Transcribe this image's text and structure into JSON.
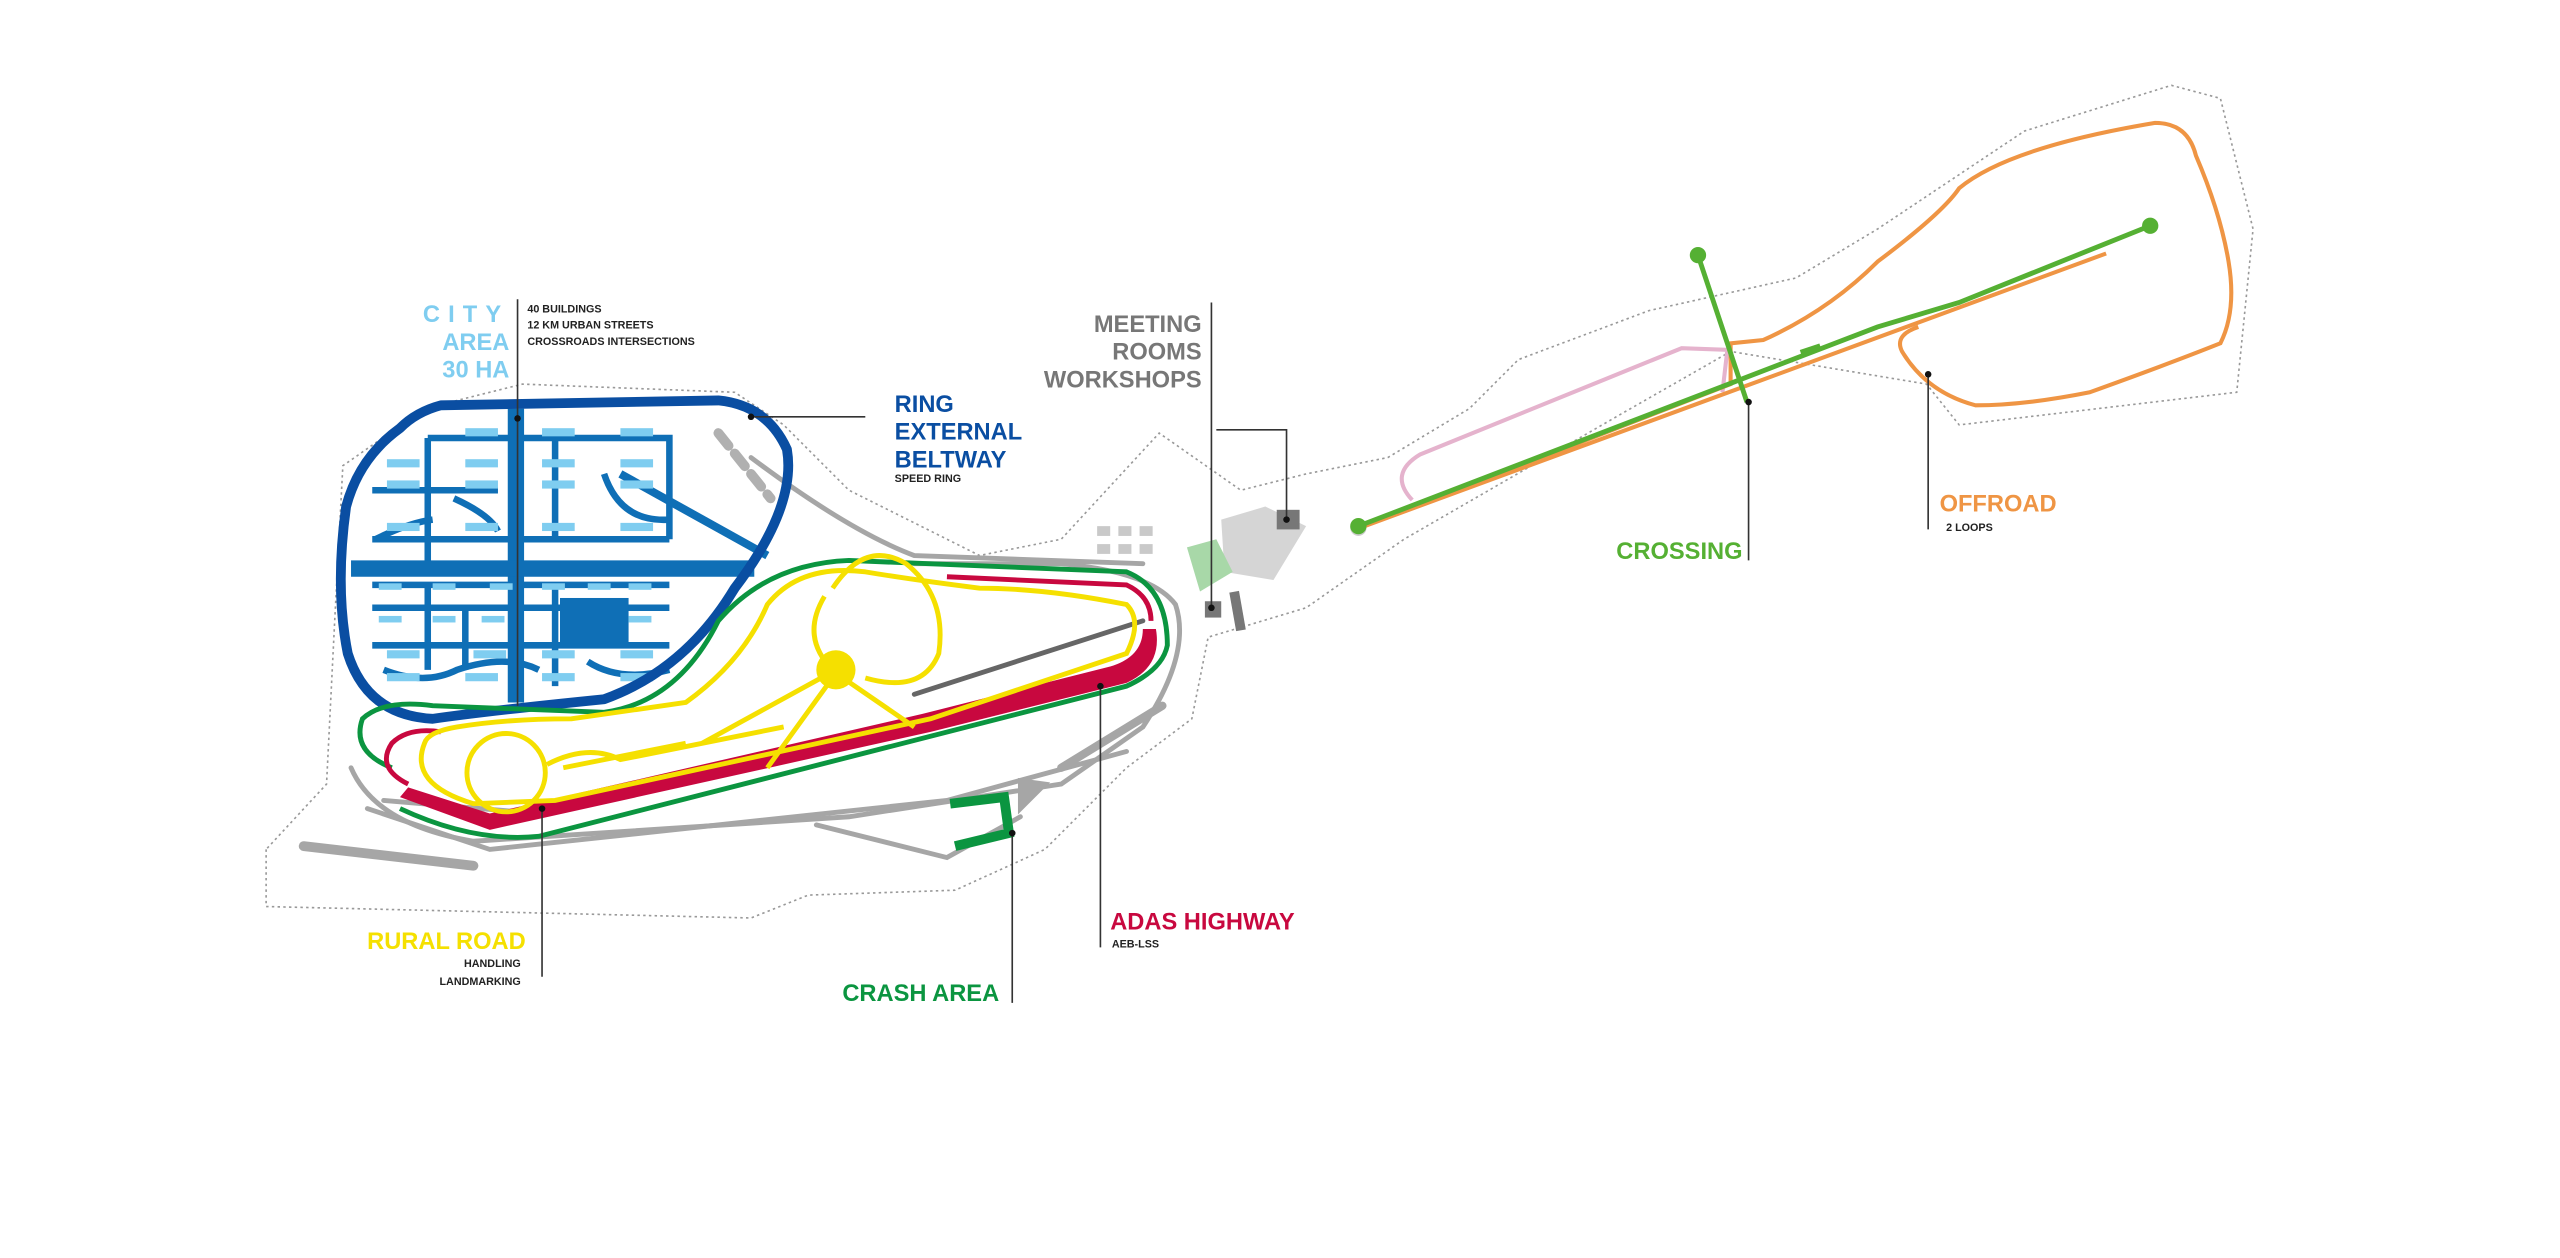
{
  "colors": {
    "city": "#7fcdf0",
    "ring": "#0a4ea2",
    "city_streets": "#0f6fb6",
    "meeting": "#777777",
    "crossing": "#55b033",
    "offroad": "#ef9544",
    "rural": "#f5e000",
    "crash": "#0b9540",
    "adas": "#c8083f",
    "service_road": "#a6a6a6",
    "pink_track": "#e5b3cd"
  },
  "labels": {
    "city": {
      "lines": [
        "CITY",
        "AREA",
        "30 HA"
      ],
      "details": [
        "40 BUILDINGS",
        "12 KM URBAN STREETS",
        "CROSSROADS INTERSECTIONS"
      ]
    },
    "ring": {
      "lines": [
        "RING",
        "EXTERNAL",
        "BELTWAY"
      ],
      "detail": "SPEED RING"
    },
    "meeting": {
      "lines": [
        "MEETING",
        "ROOMS",
        "WORKSHOPS"
      ]
    },
    "crossing": {
      "title": "CROSSING"
    },
    "offroad": {
      "title": "OFFROAD",
      "detail": "2 LOOPS"
    },
    "rural": {
      "title": "RURAL ROAD",
      "details": [
        "HANDLING",
        "LANDMARKING"
      ]
    },
    "crash": {
      "title": "CRASH AREA"
    },
    "adas": {
      "title": "ADAS HIGHWAY",
      "detail": "AEB-LSS"
    }
  }
}
